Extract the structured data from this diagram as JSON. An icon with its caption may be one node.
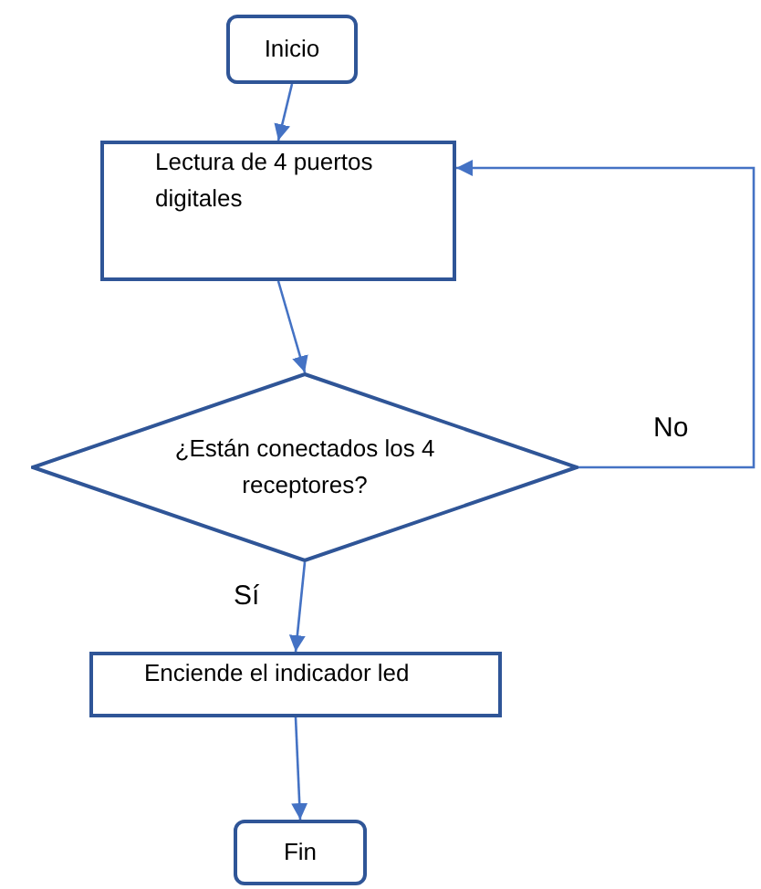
{
  "diagram": {
    "nodes": [
      {
        "text": [
          "Inicio"
        ]
      },
      {
        "text": [
          "Lectura de 4 puertos digitales"
        ]
      },
      {
        "text": [
          "¿Están conectados los 4 receptores?"
        ]
      },
      {
        "text": [
          "Enciende el indicador led"
        ]
      },
      {
        "text": [
          "Fin"
        ]
      }
    ],
    "edges": [
      {
        "from": 0,
        "to": 1,
        "arrow": "to"
      },
      {
        "from": 1,
        "to": 2,
        "arrow": "to"
      },
      {
        "from": 2,
        "to": 3,
        "arrow": "to",
        "label": "Sí"
      },
      {
        "from": 3,
        "to": 4,
        "arrow": "to"
      },
      {
        "from": 2,
        "to": 1,
        "arrow": "to",
        "label": "No"
      }
    ]
  }
}
